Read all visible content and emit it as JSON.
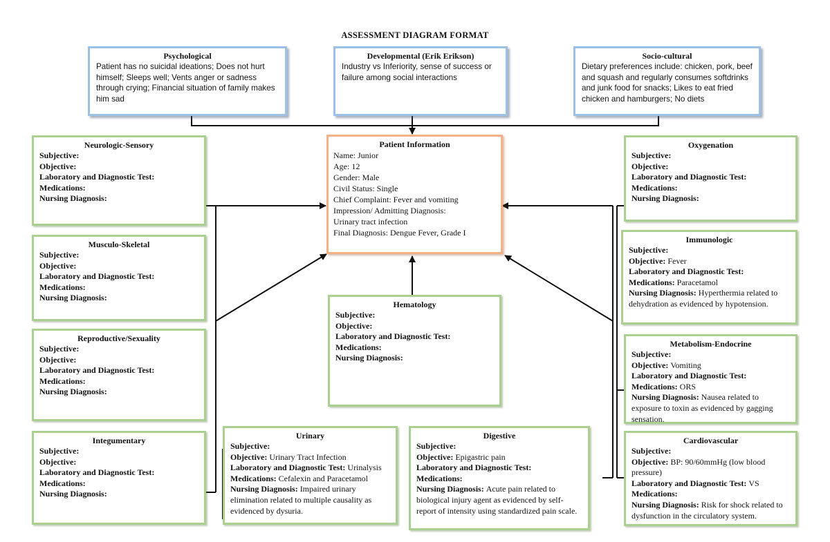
{
  "title": "ASSESSMENT DIAGRAM FORMAT",
  "psychological": {
    "title": "Psychological",
    "text": "Patient has no suicidal ideations; Does not hurt himself; Sleeps well; Vents anger or sadness through crying; Financial situation of family makes him sad"
  },
  "developmental": {
    "title": "Developmental (Erik Erikson)",
    "text": "Industry vs Inferiority, sense of success or failure among social interactions"
  },
  "sociocultural": {
    "title": "Socio-cultural",
    "text": "Dietary preferences include: chicken, pork, beef and squash and regularly consumes softdrinks and junk food for snacks; Likes to eat fried chicken and hamburgers; No diets"
  },
  "patient_info": {
    "title": "Patient Information",
    "name": "Name: Junior",
    "age": "Age: 12",
    "gender": "Gender: Male",
    "civil_status": "Civil Status: Single",
    "chief_complaint": "Chief Complaint: Fever and vomiting",
    "impression_label": "Impression/ Admitting Diagnosis:",
    "impression_value": "Urinary tract infection",
    "final_diagnosis": "Final Diagnosis: Dengue Fever, Grade I"
  },
  "labels": {
    "subjective": "Subjective:",
    "objective": "Objective:",
    "lab": "Laboratory and Diagnostic Test:",
    "medications": "Medications:",
    "nursing": "Nursing Diagnosis:"
  },
  "neurologic": {
    "title": "Neurologic-Sensory"
  },
  "musculo": {
    "title": "Musculo-Skeletal"
  },
  "reproductive": {
    "title": "Reproductive/Sexuality"
  },
  "integumentary": {
    "title": "Integumentary"
  },
  "hematology": {
    "title": "Hematology"
  },
  "oxygenation": {
    "title": "Oxygenation"
  },
  "immunologic": {
    "title": "Immunologic",
    "objective": "Fever",
    "medications": "Paracetamol",
    "nursing": "Hyperthermia related to dehydration as evidenced by hypotension."
  },
  "metabolism": {
    "title": "Metabolism-Endocrine",
    "objective": "Vomiting",
    "medications": "ORS",
    "nursing": "Nausea related to exposure to toxin as evidenced by gagging sensation."
  },
  "cardiovascular": {
    "title": "Cardiovascular",
    "objective": "BP: 90/60mmHg (low blood pressure)",
    "lab": "VS",
    "nursing": "Risk for shock related to dysfunction in the circulatory system."
  },
  "urinary": {
    "title": "Urinary",
    "objective": "Urinary Tract Infection",
    "lab": "Urinalysis",
    "medications": "Cefalexin and Paracetamol",
    "nursing": "Impaired urinary elimination related to multiple causality as evidenced by dysuria."
  },
  "digestive": {
    "title": "Digestive",
    "objective": "Epigastric pain",
    "nursing": "Acute pain related to biological injury agent as evidenced by self-report of intensity using standardized pain scale."
  },
  "colors": {
    "blue_border": "#9cc0e6",
    "green_border": "#a9d08e",
    "orange_border": "#f4b183",
    "connector": "#111111"
  }
}
